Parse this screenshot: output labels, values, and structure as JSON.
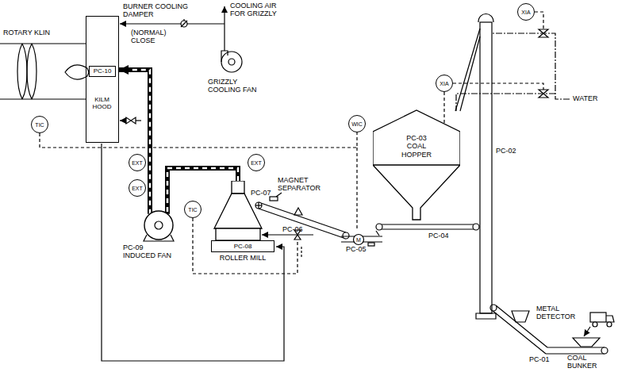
{
  "diagram": {
    "nodes": [
      {
        "text": [
          "PC-10",
          "KILM HOOD"
        ]
      },
      {
        "text": [
          "TIC"
        ]
      },
      {
        "text": [
          "EXT"
        ]
      },
      {
        "text": [
          "EXT"
        ]
      },
      {
        "text": [
          "PC-09",
          "INDUCED FAN"
        ]
      },
      {
        "text": [
          "EXT"
        ]
      },
      {
        "text": [
          "TIC"
        ]
      },
      {
        "text": [
          "PC-08",
          "ROLLER MILL"
        ]
      },
      {
        "text": [
          "WIC"
        ]
      },
      {
        "text": [
          "XIA"
        ]
      },
      {
        "text": [
          "XIA"
        ]
      },
      {
        "text": [
          "PC-03",
          "COAL HOPPER"
        ]
      }
    ],
    "edges": [
      {
        "from": 4,
        "to": 0,
        "arrow": "to"
      },
      {
        "from": 7,
        "to": 4,
        "arrow": "none"
      },
      {
        "from": 1,
        "to": 8,
        "arrow": "none"
      }
    ],
    "labels": [
      "ROTARY KLIN",
      "BURNER COOLING DAMPER",
      "(NORMAL) CLOSE",
      "COOLING AIR FOR GRIZZLY",
      "GRIZZLY COOLING FAN",
      "WATER",
      "PC-02",
      "MAGNET SEPARATOR",
      "PC-07",
      "PC-06",
      "M",
      "PC-05",
      "PC-04",
      "METAL DETECTOR",
      "PC-01",
      "COAL BUNKER"
    ]
  }
}
